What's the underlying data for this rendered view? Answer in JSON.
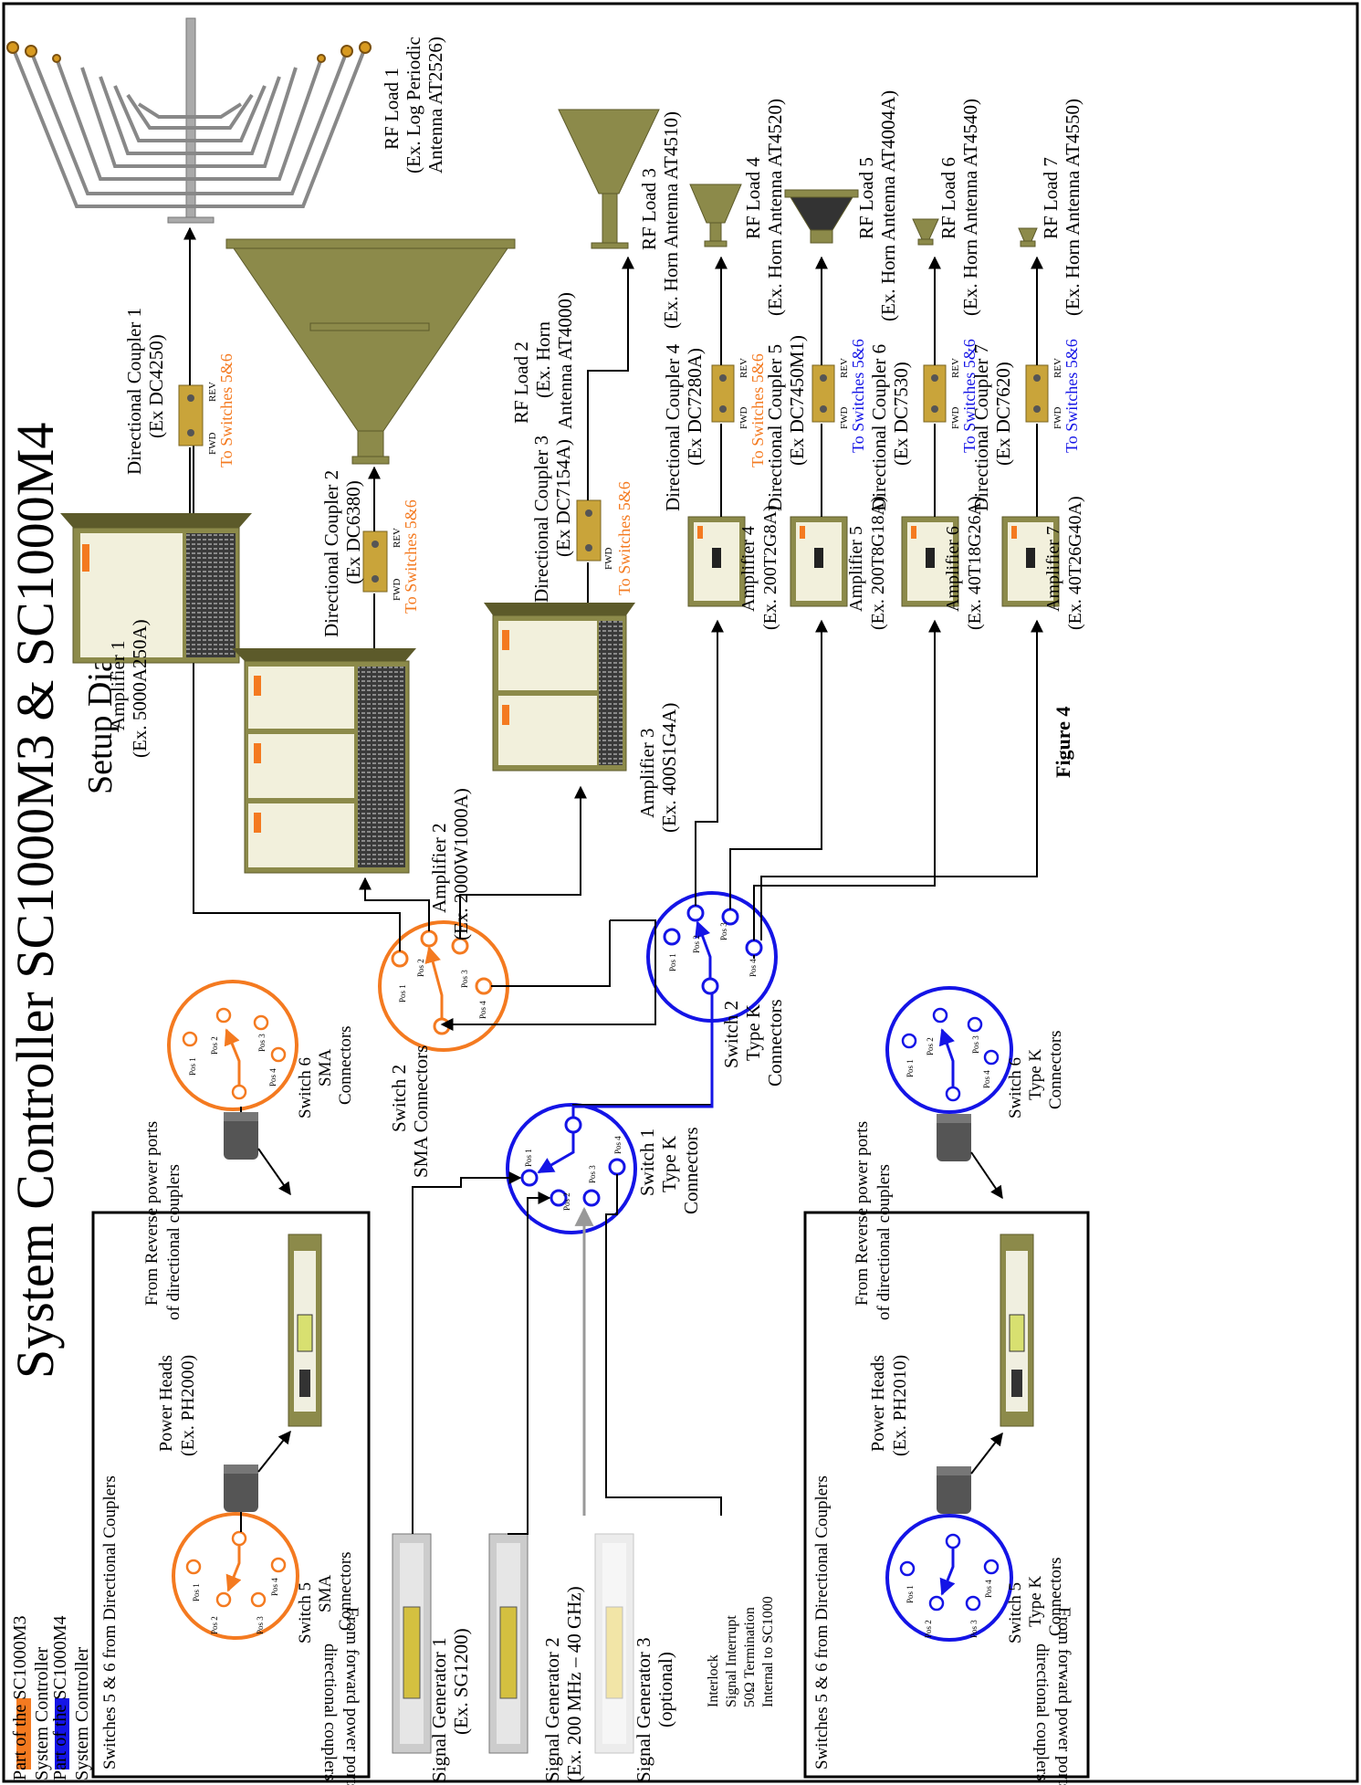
{
  "title": "System Controller SC1000M3 & SC1000M4",
  "subtitle": "Setup Diagram",
  "figure_label": "Figure 4",
  "colors": {
    "m3": "#f47a20",
    "m4": "#1414e6",
    "olive": "#8c8a4a",
    "olive_dark": "#5c5a2a",
    "coupler": "#c9a43a",
    "wire": "#000000"
  },
  "legend": {
    "m3_label": "Part of the SC1000M3",
    "m3_label2": "System Controller",
    "m4_label": "Part of the SC1000M4",
    "m4_label2": "System Controller"
  },
  "loads": {
    "l1": [
      "RF Load 1",
      "(Ex. Log Periodic",
      "Antenna AT2526)"
    ],
    "l2": [
      "RF Load 2",
      "(Ex. Horn",
      "Antenna AT4000)"
    ],
    "l3": [
      "RF Load 3",
      "(Ex. Horn Antenna AT4510)"
    ],
    "l4": [
      "RF Load 4",
      "(Ex. Horn Antenna AT4520)"
    ],
    "l5": [
      "RF Load 5",
      "(Ex. Horn Antenna AT4004A)"
    ],
    "l6": [
      "RF Load 6",
      "(Ex. Horn Antenna AT4540)"
    ],
    "l7": [
      "RF Load 7",
      "(Ex. Horn Antenna AT4550)"
    ]
  },
  "couplers": {
    "c1": [
      "Directional Coupler 1",
      "(Ex DC4250)"
    ],
    "c2": [
      "Directional Coupler 2",
      "(Ex DC6380)"
    ],
    "c3": [
      "Directional Coupler 3",
      "(Ex DC7154A)"
    ],
    "c4": [
      "Directional Coupler 4",
      "(Ex DC7280A)"
    ],
    "c5": [
      "Directional Coupler 5",
      "(Ex DC7450M1)"
    ],
    "c6": [
      "Directional Coupler 6",
      "(Ex DC7530)"
    ],
    "c7": [
      "Directional Coupler 7",
      "(Ex DC7620)"
    ],
    "fwd": "FWD",
    "rev": "REV",
    "to_switches": "To Switches 5&6"
  },
  "amplifiers": {
    "a1": [
      "Amplifier 1",
      "(Ex. 5000A250A)"
    ],
    "a2": [
      "Amplifier 2",
      "(Ex. 2000W1000A)"
    ],
    "a3": [
      "Amplifier 3",
      "(Ex. 400S1G4A)"
    ],
    "a4": [
      "Amplifier 4",
      "(Ex. 200T2G8A)"
    ],
    "a5": [
      "Amplifier 5",
      "(Ex. 200T8G18A)"
    ],
    "a6": [
      "Amplifier 6",
      "(Ex. 40T18G26A)"
    ],
    "a7": [
      "Amplifier 7",
      "(Ex. 40T26G40A)"
    ]
  },
  "switches": {
    "pos1": "Pos 1",
    "pos2": "Pos 2",
    "pos3": "Pos 3",
    "pos4": "Pos 4",
    "s1": [
      "Switch 1",
      "Type K",
      "Connectors"
    ],
    "s2_sma": [
      "Switch 2",
      "SMA Connectors"
    ],
    "s2_k": [
      "Switch 2",
      "Type K",
      "Connectors"
    ],
    "s5_sma": [
      "Switch 5",
      "SMA",
      "Connectors"
    ],
    "s6_sma": [
      "Switch 6",
      "SMA",
      "Connectors"
    ],
    "s5_k": [
      "Switch 5",
      "Type K",
      "Connectors"
    ],
    "s6_k": [
      "Switch 6",
      "Type K",
      "Connectors"
    ]
  },
  "generators": {
    "g1": [
      "Signal Generator 1",
      "(Ex. SG1200)"
    ],
    "g2": [
      "Signal Generator 2",
      "(Ex. 200 MHz – 40 GHz)"
    ],
    "g3": [
      "Signal Generator 3",
      "(optional)"
    ]
  },
  "interlock": [
    "Interlock",
    "Signal Interrupt",
    "50Ω Termination",
    "Internal to SC1000"
  ],
  "panels": {
    "side_title": "Switches 5 & 6 from Directional Couplers",
    "from_forward": [
      "From forward power ports of",
      "directional couplers"
    ],
    "from_reverse": [
      "From Reverse power ports",
      "of directional couplers"
    ],
    "ph_left": [
      "Power Heads",
      "(Ex. PH2000)"
    ],
    "ph_right": [
      "Power Heads",
      "(Ex. PH2010)"
    ]
  }
}
